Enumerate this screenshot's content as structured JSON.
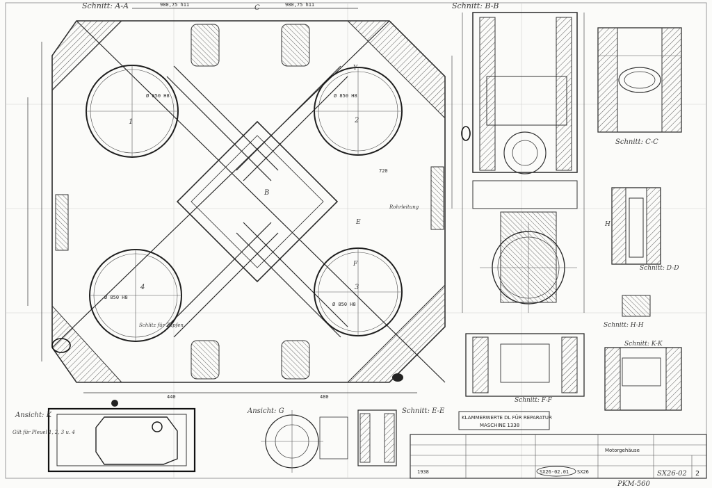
{
  "sections": {
    "a_a": "Schnitt: A-A",
    "b_b": "Schnitt: B-B",
    "c_c": "Schnitt: C-C",
    "d_d": "Schnitt: D-D",
    "e_e": "Schnitt: E-E",
    "f_f": "Schnitt: F-F",
    "h_h": "Schnitt: H-H",
    "k_k": "Schnitt: K-K",
    "view_k": "Ansicht: K",
    "view_g": "Ansicht: G"
  },
  "bores": {
    "b1": "1",
    "b2": "2",
    "b3": "3",
    "b4": "4"
  },
  "dims": {
    "top1": "980,75 h11",
    "top2": "980,75 h11",
    "d1": "Ø 850 H8",
    "d2": "Ø 850 H8",
    "d3": "Ø 850 H8",
    "d4": "Ø 850 H8",
    "w720": "720",
    "w440": "440",
    "w480": "480"
  },
  "markers": {
    "c": "C",
    "b": "B",
    "y": "Y",
    "f": "F",
    "e": "E",
    "h": "H"
  },
  "notes": {
    "clamp1": "KLAMMERWERTE DL FÜR REPARATUR",
    "clamp2": "MASCHINE 1338",
    "slot": "Schlitz für Zapfen",
    "rohr": "Rohrleitung",
    "gilt": "Gilt für Pleuel 1, 2, 3 u. 4"
  },
  "title_block": {
    "sheet": "2",
    "drawing_no": "SX26-02",
    "drawing_no_2": "SX26-02.01",
    "model": "SX26",
    "date": "1938",
    "name": "Motorgehäuse"
  },
  "stamp": "PKM-560"
}
